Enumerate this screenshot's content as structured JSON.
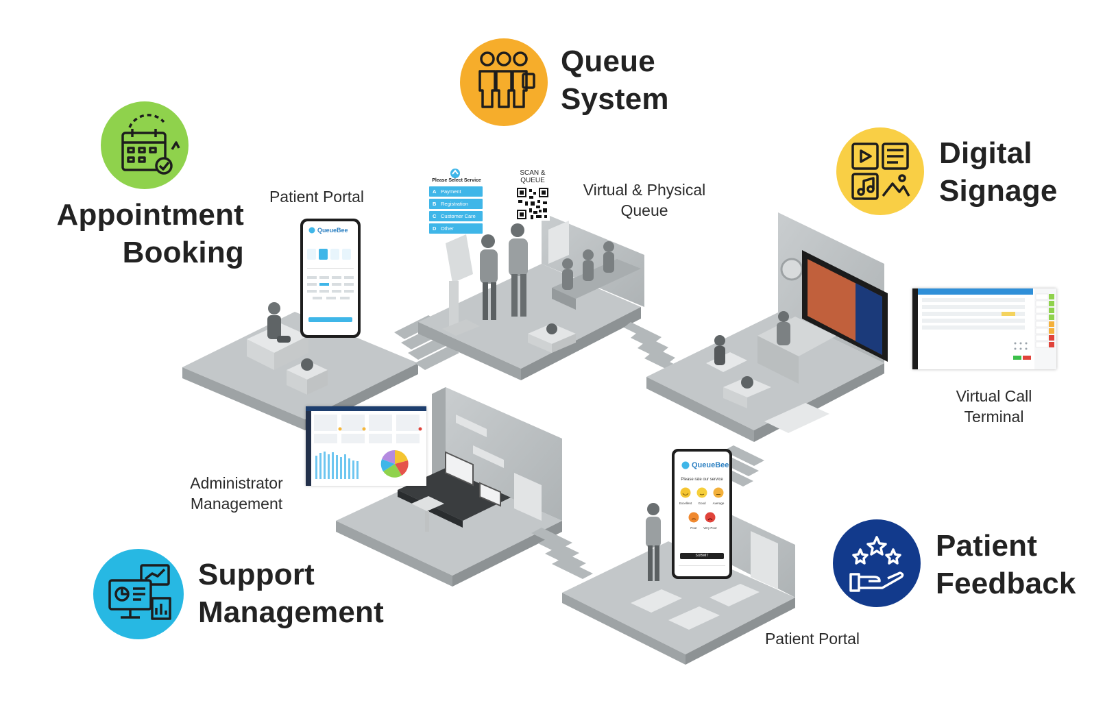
{
  "sections": {
    "queue_system": {
      "line1": "Queue",
      "line2": "System"
    },
    "digital_signage": {
      "line1": "Digital",
      "line2": "Signage"
    },
    "appointment_booking": {
      "line1": "Appointment",
      "line2": "Booking"
    },
    "support_management": {
      "line1": "Support",
      "line2": "Management"
    },
    "patient_feedback": {
      "line1": "Patient",
      "line2": "Feedback"
    }
  },
  "labels": {
    "patient_portal_top": "Patient Portal",
    "virtual_physical_queue_1": "Virtual & Physical",
    "virtual_physical_queue_2": "Queue",
    "virtual_call_terminal_1": "Virtual Call",
    "virtual_call_terminal_2": "Terminal",
    "admin_management_1": "Administrator",
    "admin_management_2": "Management",
    "patient_portal_bottom": "Patient Portal"
  },
  "kiosk": {
    "title": "Please Select Service",
    "options": [
      {
        "key": "A",
        "label": "Payment"
      },
      {
        "key": "B",
        "label": "Registration"
      },
      {
        "key": "C",
        "label": "Customer Care"
      },
      {
        "key": "D",
        "label": "Other"
      }
    ]
  },
  "scan_queue": {
    "line1": "SCAN &",
    "line2": "QUEUE"
  },
  "brand": {
    "name": "QueueBee"
  },
  "feedback_screen": {
    "prompt": "Please rate our service",
    "ratings": [
      "Excellent",
      "Good",
      "Average",
      "Poor",
      "Very Poor"
    ],
    "submit": "SUBMIT"
  },
  "colors": {
    "queue_orange": "#f6ad2b",
    "signage_yellow": "#f9cf45",
    "booking_green": "#8fd24c",
    "support_cyan": "#27b8e3",
    "feedback_navy": "#123a8c",
    "floor_grey": "#b9bec0",
    "accent_blue": "#3fb6e8"
  },
  "icons": {
    "queue_system": "people-queue-icon",
    "digital_signage": "media-signage-icon",
    "appointment_booking": "calendar-check-icon",
    "support_management": "dashboard-monitor-icon",
    "patient_feedback": "hand-stars-icon"
  }
}
